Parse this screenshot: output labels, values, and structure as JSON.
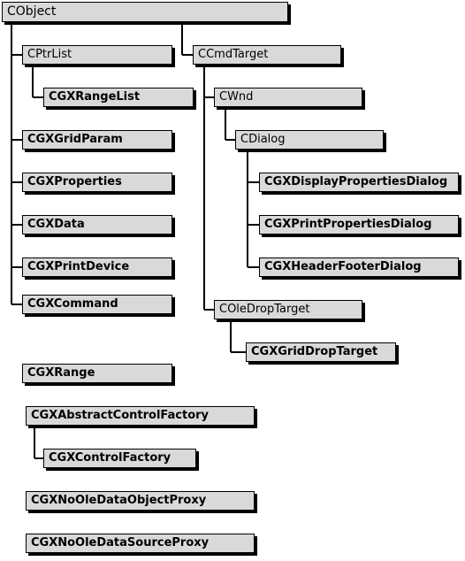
{
  "diagram": {
    "nodes": {
      "cobject": "CObject",
      "cptrlist": "CPtrList",
      "cgxrangelist": "CGXRangeList",
      "ccmdtarget": "CCmdTarget",
      "cwnd": "CWnd",
      "cdialog": "CDialog",
      "cgxdisplaypropertiesdialog": "CGXDisplayPropertiesDialog",
      "cgxprintpropertiesdialog": "CGXPrintPropertiesDialog",
      "cgxheaderfooterdialog": "CGXHeaderFooterDialog",
      "coledroptarget": "COleDropTarget",
      "cgxgriddroptarget": "CGXGridDropTarget",
      "cgxgridparam": "CGXGridParam",
      "cgxproperties": "CGXProperties",
      "cgxdata": "CGXData",
      "cgxprintdevice": "CGXPrintDevice",
      "cgxcommand": "CGXCommand",
      "cgxrange": "CGXRange",
      "cgxabstractcontrolfactory": "CGXAbstractControlFactory",
      "cgxcontrolfactory": "CGXControlFactory",
      "cgxnooledataobjectproxy": "CGXNoOleDataObjectProxy",
      "cgxnooledatasourceproxy": "CGXNoOleDataSourceProxy"
    }
  }
}
